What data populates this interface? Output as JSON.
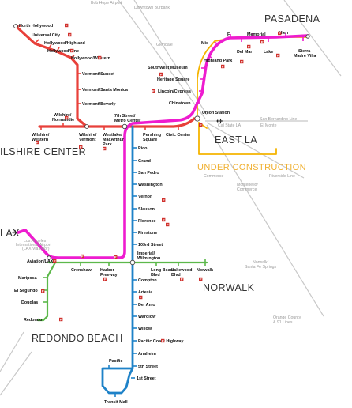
{
  "colors": {
    "red": "#e8403a",
    "magenta": "#ee1ccf",
    "blue": "#1e82c8",
    "green": "#5cb84a",
    "gold": "#f5b400",
    "rail_gray": "#c8c8c8",
    "parking": "#d0312d"
  },
  "icons": {
    "parking": "parking-icon",
    "airplane": "airplane-icon",
    "terminal": "station-dot-icon"
  },
  "regions": {
    "pasadena": "PASADENA",
    "east_la": "EAST LA",
    "wilshire_center": "ILSHIRE CENTER",
    "under_construction": "UNDER CONSTRUCTION",
    "norwalk": "NORWALK",
    "redondo_beach": "REDONDO BEACH"
  },
  "labels": {
    "lax": "LAX",
    "lax_note": [
      "Los Angeles",
      "International Airport",
      "(LAX Via Prior)"
    ],
    "bob_hope": "Bob Hope Airport",
    "downtown_burbank": "Downtown Burbank",
    "glendale": "Glendale",
    "san_bernardino_line": "San Bernardino Line",
    "cal_state_la": "Cal State LA",
    "el_monte": "El Monte",
    "commerce": "Commerce",
    "riverside_line": "Riverside Line",
    "montebello": [
      "Montebello/",
      "Commerce"
    ],
    "norwalk_santa_fe": [
      "Norwalk/",
      "Santa Fe Springs"
    ],
    "orange_county": [
      "Orange County",
      "& 91 Lines"
    ],
    "union_station_icons": "Union Station",
    "metro_center": [
      "7th Street/",
      "Metro Center"
    ]
  },
  "stations": {
    "red": {
      "north_hollywood": "North Hollywood",
      "universal_city": "Universal City",
      "hollywood_highland": "Hollywood/Highland",
      "hollywood_vine": "Hollywood/Vine",
      "hollywood_western": "Hollywood/Western",
      "vermont_sunset": "Vermont/Sunset",
      "vermont_santa_monica": "Vermont/Santa Monica",
      "vermont_beverly": "Vermont/Beverly",
      "wilshire_normandie": [
        "Wilshire/",
        "Normandie"
      ],
      "wilshire_western": [
        "Wilshire/",
        "Western"
      ],
      "wilshire_vermont": [
        "Wilshire/",
        "Vermont"
      ],
      "westlake_macarthur": [
        "Westlake/",
        "MacArthur",
        "Park"
      ],
      "pershing_square": [
        "Pershing",
        "Square"
      ],
      "civic_center": "Civic Center"
    },
    "magenta": {
      "sierra_madre_villa": [
        "Sierra",
        "Madre Villa"
      ],
      "allen": "Allen",
      "lake": "Lake",
      "memorial": "Memorial",
      "del_mar": "Del Mar",
      "fillmore": "F",
      "mission": "Mis",
      "highland_park": "Highland Park",
      "southwest_museum": "Southwest Museum",
      "heritage_square": "Heritage Square",
      "lincoln_cypress": "Lincoln/Cypress",
      "chinatown": "Chinatown",
      "union_station": "Union Station"
    },
    "blue": {
      "pico": "Pico",
      "grand": "Grand",
      "san_pedro": "San Pedro",
      "washington": "Washington",
      "vernon": "Vernon",
      "slauson": "Slauson",
      "florence": "Florence",
      "firestone": "Firestone",
      "street_103rd": "103rd Street",
      "imperial_wilmington": [
        "Imperial/",
        "Wilmington"
      ],
      "compton": "Compton",
      "artesia": "Artesia",
      "del_amo": "Del Amo",
      "wardlow": "Wardlow",
      "willow": "Willow",
      "pacific_coast_highway": "Pacific Coast Highway",
      "anaheim": "Anaheim",
      "street_5th": "5th Street",
      "street_1st": "1st Street",
      "pacific": "Pacific",
      "transit_mall": "Transit Mall"
    },
    "green": {
      "aviation_lax": "Aviation/LAX",
      "mariposa": "Mariposa",
      "el_segundo": "El Segundo",
      "douglas": "Douglas",
      "redondo": "Redondo",
      "crenshaw": "Crenshaw",
      "harbor_freeway": [
        "Harbor",
        "Freeway"
      ],
      "long_beach": [
        "Long Beach",
        "Blvd"
      ],
      "lakewood": [
        "Lakewood",
        "Blvd"
      ],
      "norwalk": "Norwalk"
    }
  }
}
